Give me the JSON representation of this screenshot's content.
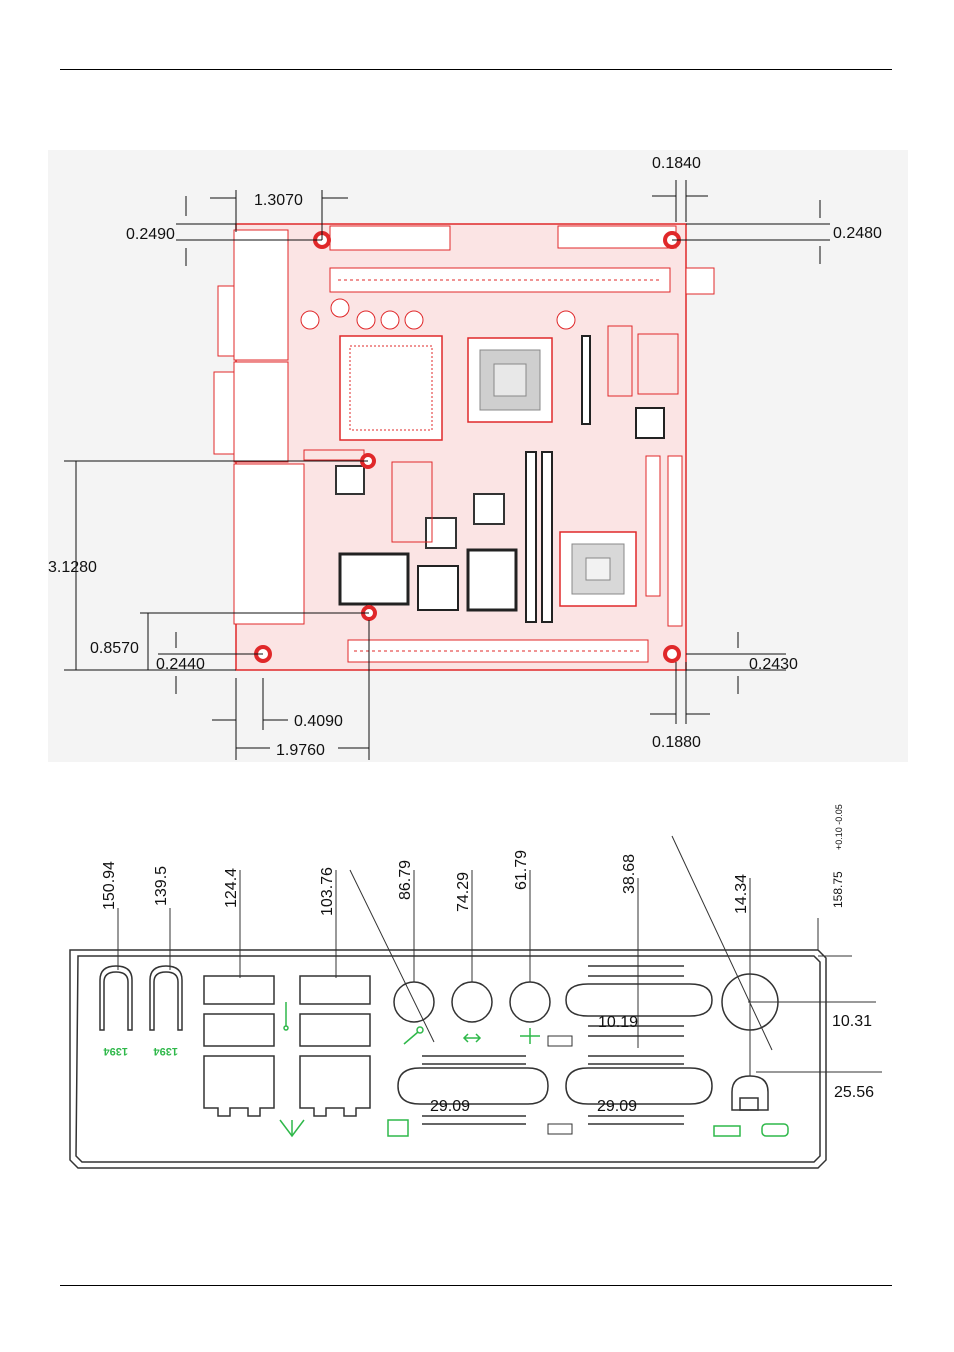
{
  "board_dimensions": {
    "top_left_y": "0.2490",
    "top_hole_x": "1.3070",
    "top_right_x": "0.1840",
    "top_right_y": "0.2480",
    "left_tall": "3.1280",
    "left_mid": "0.8570",
    "bottom_left_y": "0.2440",
    "bottom_left_x": "0.4090",
    "bottom_mid_x": "1.9760",
    "bottom_right_y": "0.2430",
    "bottom_right_x": "0.1880"
  },
  "io_dimensions": {
    "v1": "150.94",
    "v2": "139.5",
    "v3": "124.4",
    "v4": "103.76",
    "v5": "86.79",
    "v6": "74.29",
    "v7": "61.79",
    "v8": "38.68",
    "v9": "14.34",
    "v10": "158.75",
    "tol": "+0.10 -0.05",
    "right_1": "10.31",
    "right_2": "25.56",
    "serial_top": "10.19",
    "serial_left": "29.09",
    "serial_right": "29.09"
  },
  "io_labels": {
    "fw1": "1394",
    "fw2": "1394"
  },
  "colors": {
    "pcb": "#e0282a",
    "pcb_fill": "#fbe4e4",
    "icons": "#2fb84a",
    "ink": "#111111"
  }
}
